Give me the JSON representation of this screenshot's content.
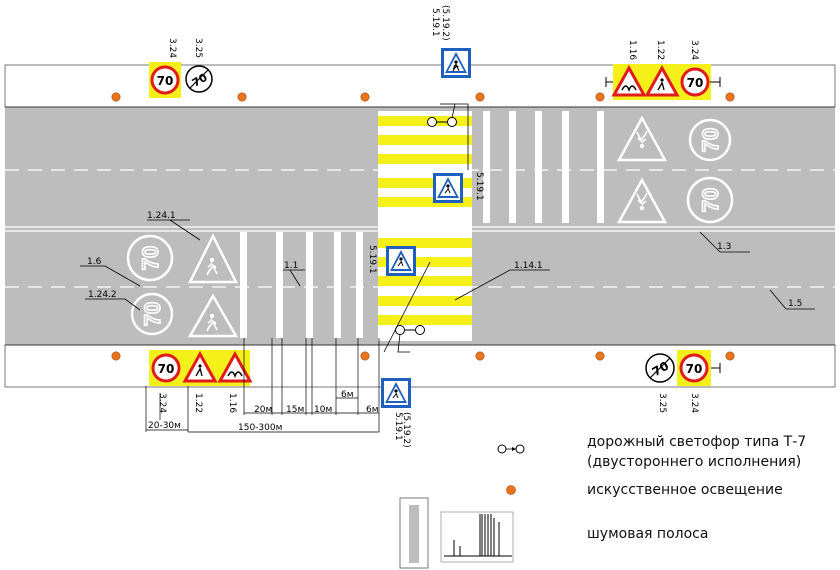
{
  "signs": {
    "s324": "3.24",
    "s325": "3.25",
    "s116": "1.16",
    "s122": "1.22",
    "s5191": "5.19.1",
    "s5192": "(5.19.2)",
    "speed": "70"
  },
  "markings": {
    "m1241": "1.24.1",
    "m16": "1.6",
    "m1242": "1.24.2",
    "m11": "1.1",
    "m1141": "1.14.1",
    "m13": "1.3",
    "m15": "1.5",
    "road_number": "70"
  },
  "dimensions": {
    "d20": "20м",
    "d15": "15м",
    "d10": "10м",
    "d6a": "6м",
    "d6b": "6м",
    "d2030": "20-30м",
    "d150300": "150-300м"
  },
  "legend": {
    "traffic_light": "дорожный светофор типа Т-7",
    "traffic_light_2": "(двустороннего исполнения)",
    "lighting": "искусственное освещение",
    "rumble": "шумовая полоса"
  },
  "colors": {
    "road": "#bdbdbd",
    "zebra_yellow": "#f5ef1a",
    "sign_blue": "#1f5fbf",
    "sign_red": "#e01c1c",
    "lamp_orange": "#e8741c"
  },
  "icons": {
    "lamp": "street-lamp-icon",
    "traffic_light": "traffic-light-t7-icon",
    "crosswalk": "crosswalk-sign-icon"
  }
}
